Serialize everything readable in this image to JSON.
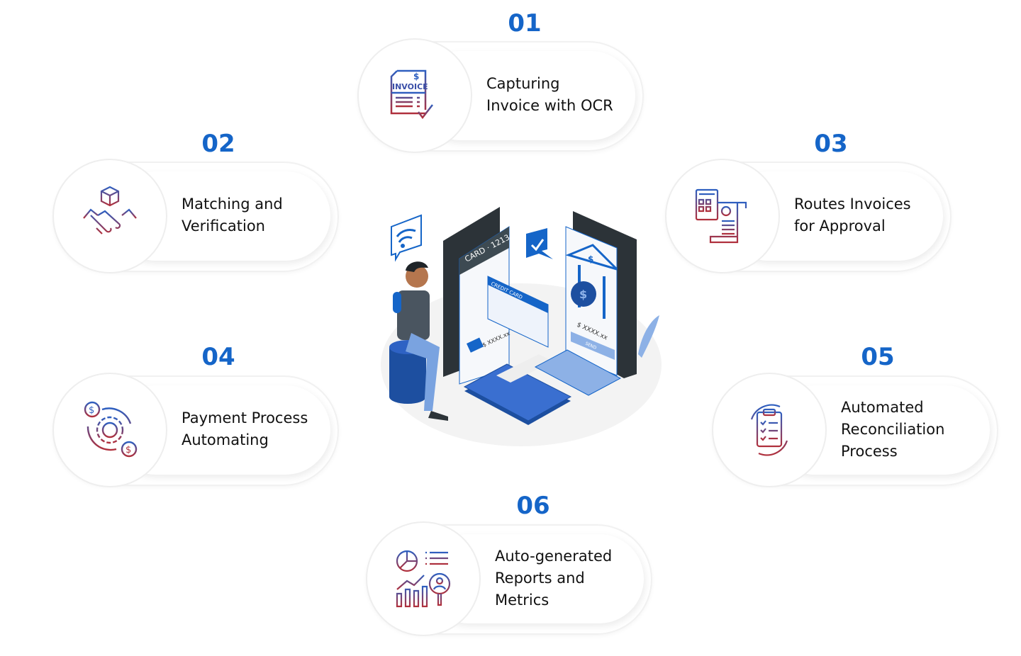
{
  "steps": [
    {
      "number": "01",
      "lines": [
        "Capturing",
        "Invoice with OCR"
      ],
      "icon": "invoice-icon"
    },
    {
      "number": "02",
      "lines": [
        "Matching and",
        "Verification"
      ],
      "icon": "handshake-icon"
    },
    {
      "number": "03",
      "lines": [
        "Routes Invoices",
        "for Approval"
      ],
      "icon": "calculator-bill-icon"
    },
    {
      "number": "04",
      "lines": [
        "Payment Process",
        "Automating"
      ],
      "icon": "gear-dollar-icon"
    },
    {
      "number": "05",
      "lines": [
        "Automated",
        "Reconciliation",
        "Process"
      ],
      "icon": "clipboard-checklist-icon"
    },
    {
      "number": "06",
      "lines": [
        "Auto-generated",
        "Reports and",
        "Metrics"
      ],
      "icon": "report-analytics-icon"
    }
  ],
  "illustration": {
    "invoice_word": "INVOICE",
    "card_label": "CARD · 1213",
    "credit_card_label": "CREDIT CARD",
    "amount": "$ XXXX.xx",
    "send_label": "SEND"
  },
  "colors": {
    "accent": "#1565c8",
    "icon_red": "#b0303c",
    "icon_blue": "#2e5fc0"
  }
}
